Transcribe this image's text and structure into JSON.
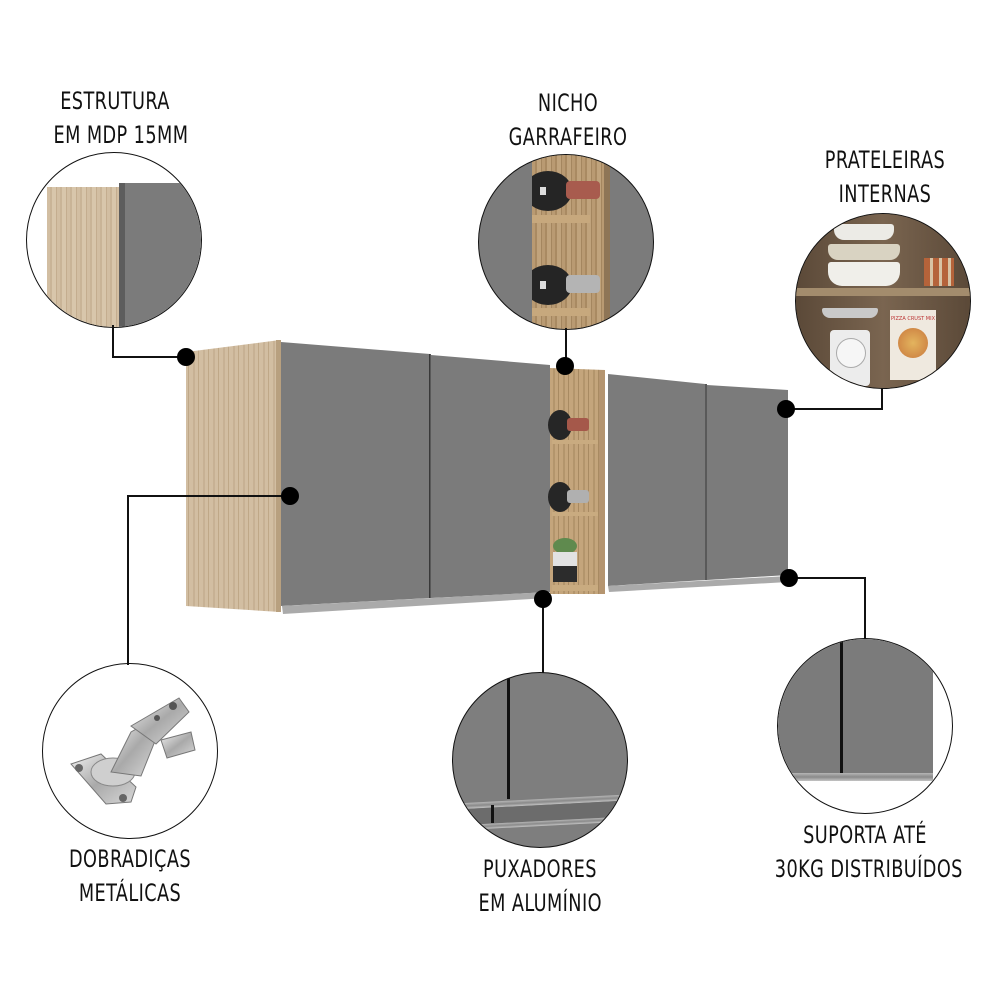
{
  "features": [
    {
      "id": "estrutura",
      "lines": [
        "ESTRUTURA",
        "EM MDP 15MM"
      ]
    },
    {
      "id": "nicho",
      "lines": [
        "NICHO",
        "GARRAFEIRO"
      ]
    },
    {
      "id": "prateleiras",
      "lines": [
        "PRATELEIRAS",
        "INTERNAS"
      ]
    },
    {
      "id": "dobradicas",
      "lines": [
        "DOBRADIÇAS",
        "METÁLICAS"
      ]
    },
    {
      "id": "puxadores",
      "lines": [
        "PUXADORES",
        "EM ALUMÍNIO"
      ]
    },
    {
      "id": "suporta",
      "lines": [
        "SUPORTA ATÉ",
        "30KG DISTRIBUÍDOS"
      ]
    }
  ],
  "product": {
    "name": "wall-cabinet",
    "door_count": 4,
    "wine_slots": 2,
    "pizza_box_text": "PIZZA CRUST MIX"
  },
  "colors": {
    "door_gray": "#7b7b7b",
    "wood": "#d2bea2",
    "wood_dark": "#b99a72",
    "handle": "#a8a8a8",
    "line": "#111111"
  }
}
